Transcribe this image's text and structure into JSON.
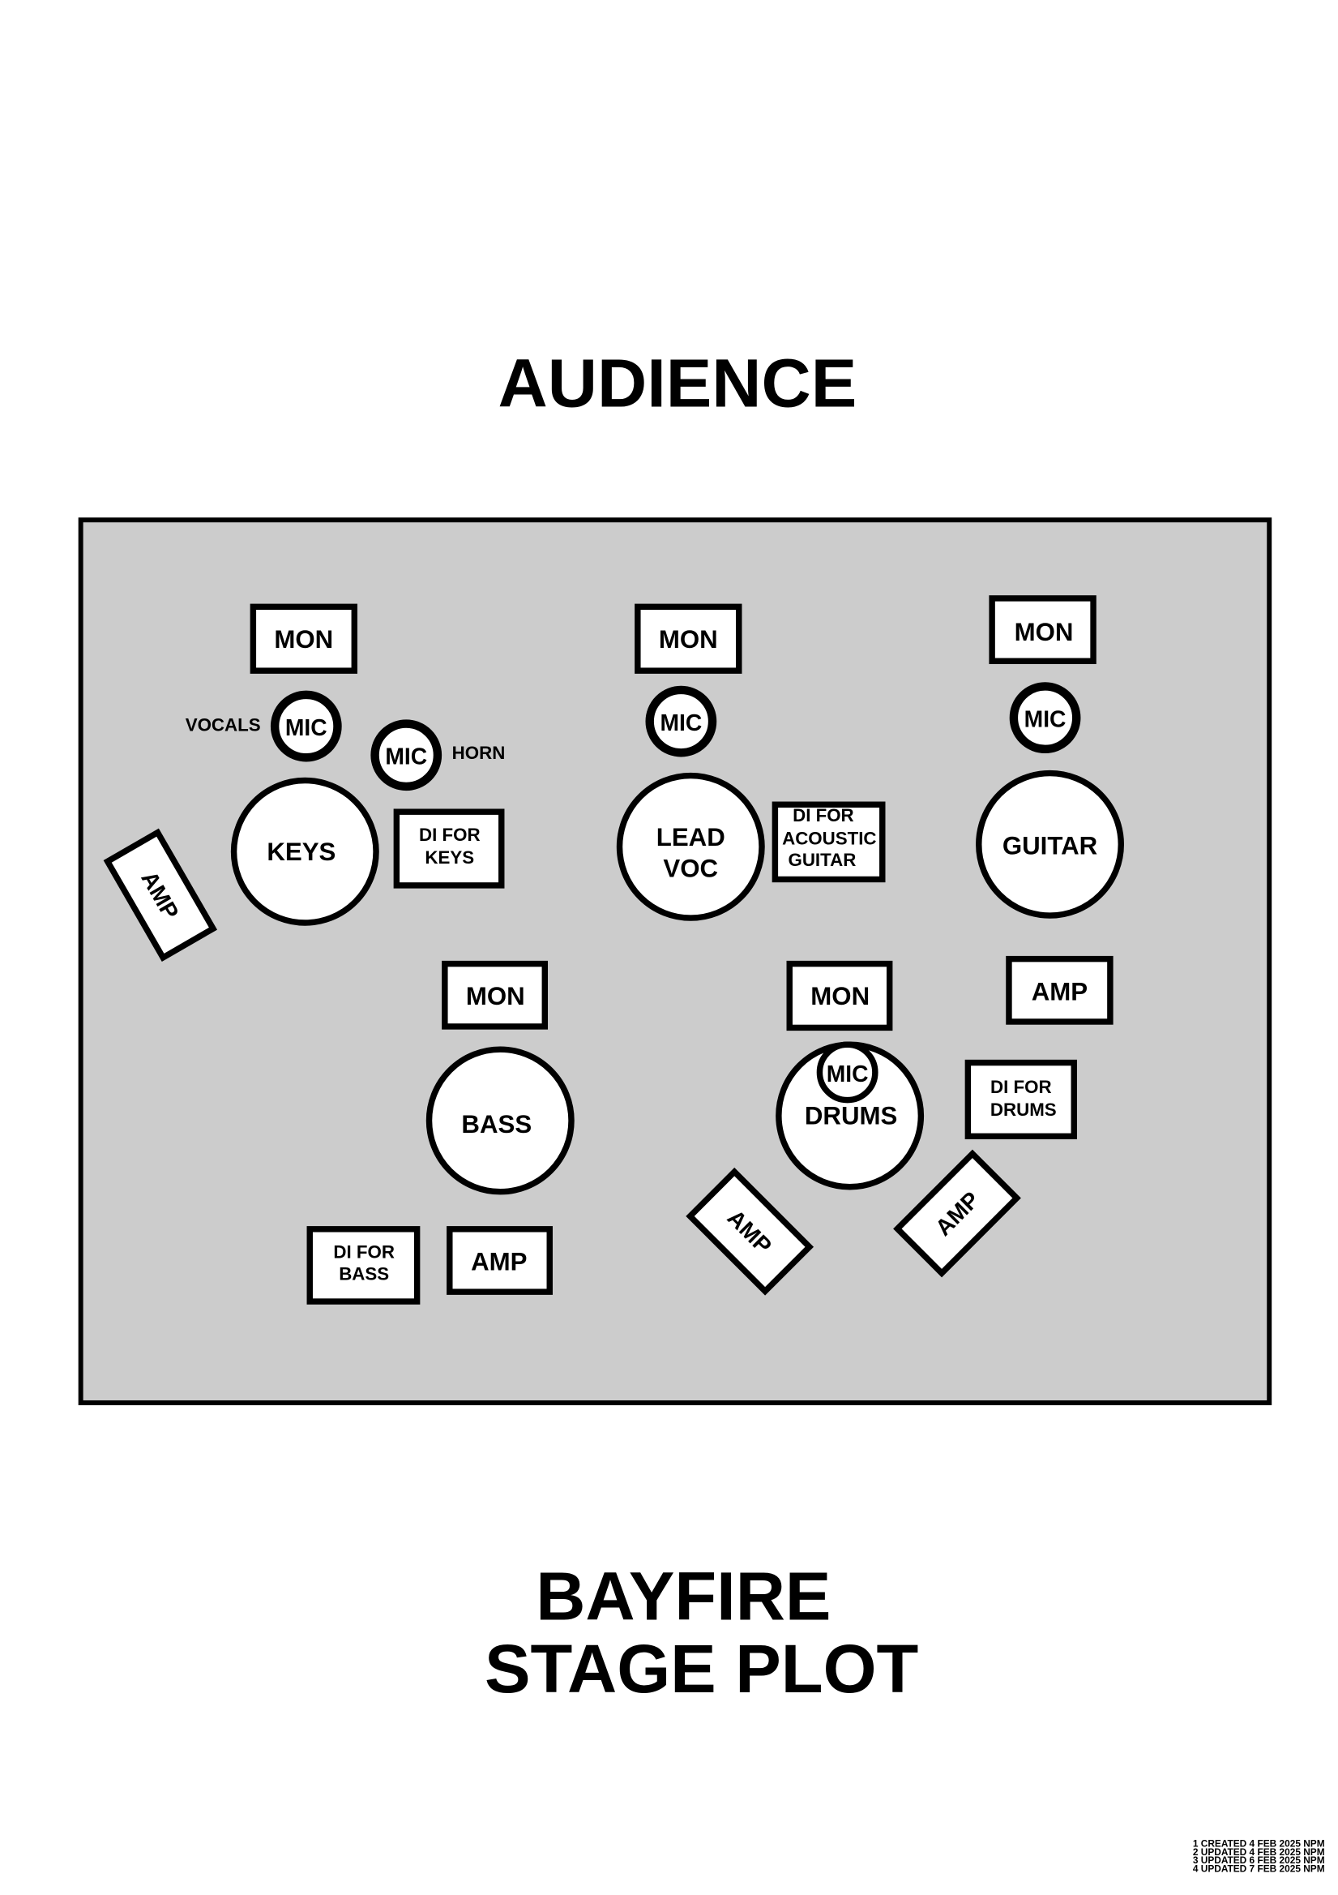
{
  "header": {
    "audience": "AUDIENCE"
  },
  "stage": {
    "fill_color": "#cccccc",
    "keys": {
      "mon": "MON",
      "mic_vocals": "MIC",
      "vocals_label": "VOCALS",
      "mic_horn": "MIC",
      "horn_label": "HORN",
      "position": "KEYS",
      "di_line1": "DI FOR",
      "di_line2": "KEYS",
      "amp": "AMP"
    },
    "lead": {
      "mon": "MON",
      "mic": "MIC",
      "position_line1": "LEAD",
      "position_line2": "VOC",
      "di_line1": "DI FOR",
      "di_line2": "ACOUSTIC",
      "di_line3": "GUITAR"
    },
    "guitar": {
      "mon": "MON",
      "mic": "MIC",
      "position": "GUITAR",
      "amp": "AMP"
    },
    "bass": {
      "mon": "MON",
      "position": "BASS",
      "di_line1": "DI FOR",
      "di_line2": "BASS",
      "amp": "AMP"
    },
    "drums": {
      "mon": "MON",
      "mic": "MIC",
      "position": "DRUMS",
      "di_line1": "DI FOR",
      "di_line2": "DRUMS",
      "amp_left": "AMP",
      "amp_right": "AMP"
    }
  },
  "footer": {
    "title_line1": "BAYFIRE",
    "title_line2": "STAGE PLOT",
    "revisions": [
      "1 CREATED 4 FEB 2025 NPM",
      "2 UPDATED 4 FEB 2025 NPM",
      "3 UPDATED 6 FEB 2025 NPM",
      "4 UPDATED 7 FEB 2025 NPM"
    ]
  }
}
